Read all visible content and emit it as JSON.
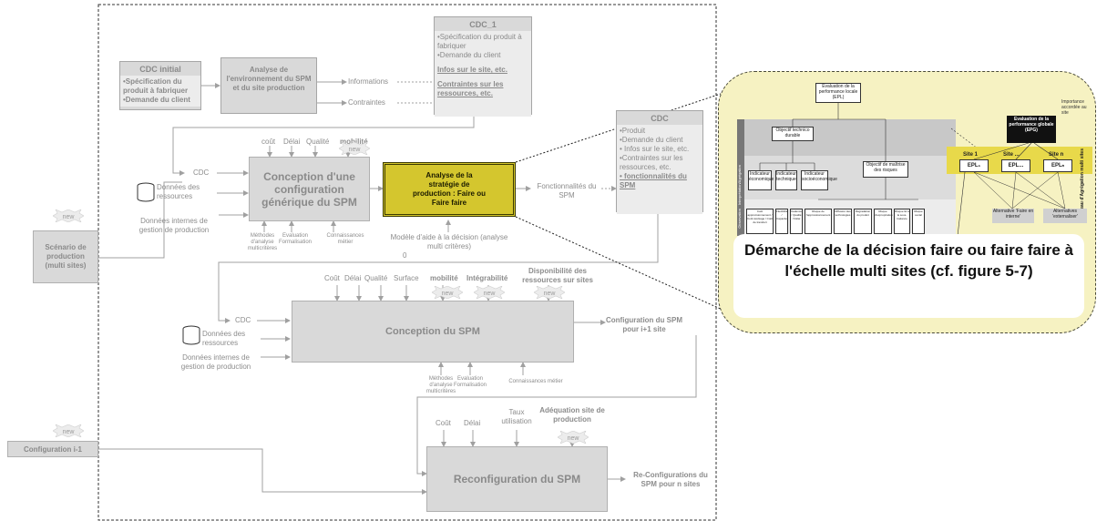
{
  "cdc_initial": {
    "title": "CDC initial",
    "items": [
      "•Spécification du produit à fabriquer",
      "•Demande du client"
    ]
  },
  "analyse_env": {
    "title": "Analyse de l'environnement du SPM et du site production"
  },
  "informations_label": "Informations",
  "contraintes_label": "Contraintes",
  "cdc1": {
    "title": "CDC_1",
    "items": [
      "•Spécification du produit à fabriquer",
      "•Demande du client"
    ],
    "u1": "Infos sur le site, etc.",
    "u2": "Contraintes sur les ressources, etc."
  },
  "cdc2": {
    "title": "CDC",
    "items": [
      "•Produit",
      "•Demande du client",
      "• Infos sur le site, etc.",
      "•Contraintes sur les ressources, etc."
    ],
    "u": "• fonctionnalités du SPM"
  },
  "top_criteria": {
    "cout": "coût",
    "delai": "Délai",
    "qualite": "Qualité",
    "mobilite": "mobilité"
  },
  "new_label": "new",
  "conception_generique": "Conception d'une configuration générique du SPM",
  "cdc_in_1": "CDC",
  "donnees_ressources": "Données des ressources",
  "donnees_internes": "Données internes de gestion de production",
  "methodes": "Méthodes d'analyse multicritères",
  "evaluation": "Evaluation Formalisation",
  "connaissances": "Connaissances métier",
  "analyse_strategie": "Analyse de la stratégie de production : Faire ou Faire faire",
  "fonctionnalites": "Fonctionnalités du SPM",
  "modele_aide": "Modèle d'aide à la décision (analyse multi critères)",
  "zero": "0",
  "scenario": "Scénario de production (multi sites)",
  "mid_criteria": {
    "cout": "Coût",
    "delai": "Délai",
    "qualite": "Qualité",
    "surface": "Surface",
    "mobilite": "mobilité",
    "integrabilite": "Intégrabilité",
    "dispo": "Disponibilité des ressources sur sites"
  },
  "conception_spm": "Conception du SPM",
  "cdc_in_2": "CDC",
  "config_out": "Configuration du SPM pour i+1 site",
  "bottom_criteria": {
    "cout": "Coût",
    "delai": "Délai",
    "taux": "Taux utilisation",
    "adequation": "Adéquation site de production"
  },
  "configuration_i1": "Configuration i-1",
  "reconfiguration": "Reconfiguration du SPM",
  "reconfig_out": "Re-Configurations du SPM pour n sites",
  "inset": {
    "caption": "Démarche de la décision faire ou faire faire à l'échelle multi sites (cf. figure 5-7)",
    "epl_title": "Evaluation de la performance locale (EPL)",
    "epg_title": "Evaluation de la performance globale (EPG)",
    "importance": "Importance accordée au site",
    "objectif_durable": "Objectif technico durable",
    "objectif_maitrise": "Objectif de maîtrise des risques",
    "ind_eco": "Indicateur économique",
    "ind_tech": "Indicateur technique",
    "ind_socio": "Indicateur socioéconomique",
    "site1": "Site 1",
    "site_dots": "Site ...",
    "siten": "Site n",
    "epl1": "EPL₁",
    "epl_dots": "EPL...",
    "epln": "EPLₙ",
    "alt_interne": "Alternative 'Faire en interne'",
    "alt_ext": "Alternatives 'externaliser'",
    "niveau_agreg": "Niveau d'Agrégation multi sites",
    "interp_agreg": "Interprétation/Agrégation",
    "observation": "Observation",
    "leaf1": "Coût approvisionnement / Coût stockage / Coût de transfert",
    "leaf2": "Flexibilité / Capacité",
    "leaf3": "Cadence / Qualité / Délai",
    "leaf4": "Risque de l'approvisionnement",
    "leaf5": "Diffusion des technologies",
    "leaf6": "Dégradation du produit",
    "leaf7": "Risque d'expropriation",
    "leaf8": "Risque lié à la sous-traitance",
    "leaf9": "Risque social"
  }
}
